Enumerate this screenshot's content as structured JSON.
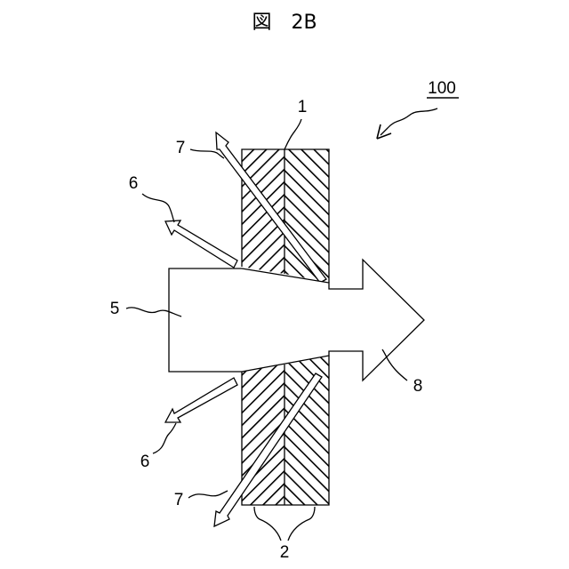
{
  "figure": {
    "title": "図　2B",
    "ref_assembly": "100",
    "labels": {
      "layer_stack": "1",
      "layers": "2",
      "incident_light": "5",
      "reflected_light": "6",
      "transmitted_light": "7",
      "output_light": "8"
    }
  }
}
